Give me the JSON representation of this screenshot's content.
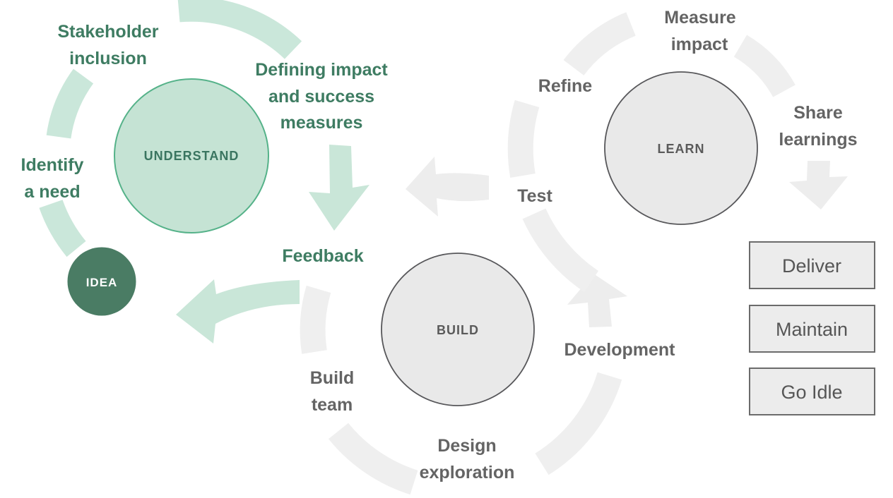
{
  "understand": {
    "circle_label": "UNDERSTAND",
    "idea_label": "IDEA",
    "identify_line1": "Identify",
    "identify_line2": "a need",
    "stakeholder_line1": "Stakeholder",
    "stakeholder_line2": "inclusion",
    "defining_line1": "Defining impact",
    "defining_line2": "and success",
    "defining_line3": "measures",
    "feedback_label": "Feedback"
  },
  "build": {
    "circle_label": "BUILD",
    "build_team_line1": "Build",
    "build_team_line2": "team",
    "design_line1": "Design",
    "design_line2": "exploration",
    "development_label": "Development"
  },
  "learn": {
    "circle_label": "LEARN",
    "test_label": "Test",
    "refine_label": "Refine",
    "measure_line1": "Measure",
    "measure_line2": "impact",
    "share_line1": "Share",
    "share_line2": "learnings"
  },
  "outcomes": {
    "deliver": "Deliver",
    "maintain": "Maintain",
    "go_idle": "Go Idle"
  },
  "colors": {
    "green_text": "#3E7C62",
    "green_circle_fill": "#C5E3D4",
    "green_circle_stroke": "#55B289",
    "green_arc": "#CAE7DA",
    "green_arrow": "#C9E6D8",
    "idea_fill": "#4A7C64",
    "idea_text": "#FFFFFF",
    "gray_text": "#646464",
    "gray_circle_fill": "#E9E9E9",
    "gray_circle_stroke": "#57575A",
    "gray_arc": "#EFEFEF",
    "gray_arrow": "#EDEDED",
    "box_fill": "#ECECEC",
    "box_border": "#6B6B6B",
    "box_text": "#565656"
  }
}
